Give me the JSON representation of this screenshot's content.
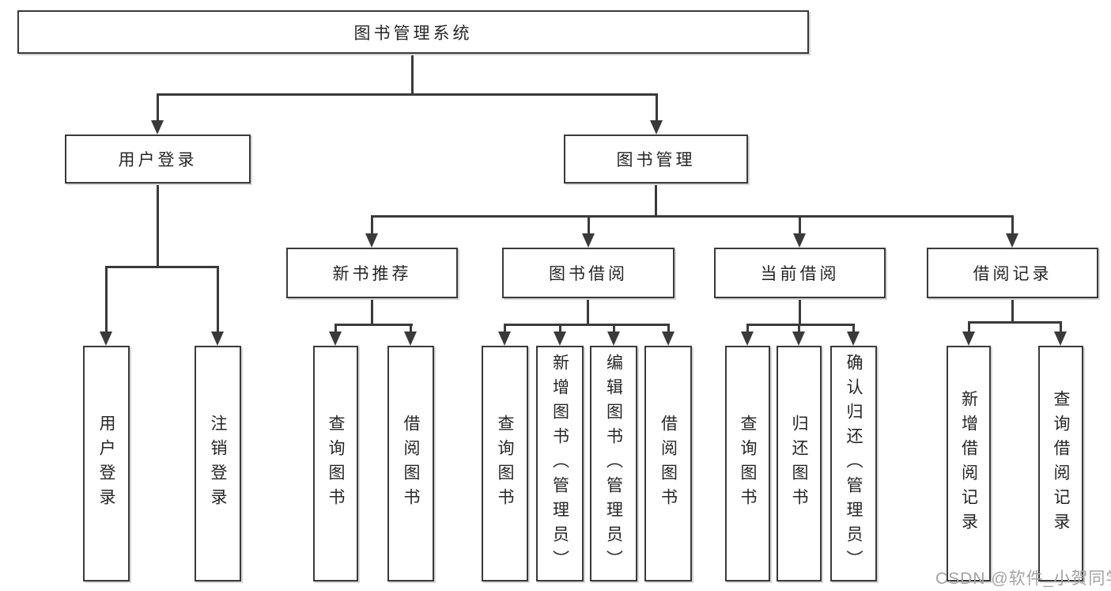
{
  "tree": {
    "label": "图书管理系统",
    "children": [
      {
        "label": "用户登录",
        "children": [
          {
            "label": "用户登录"
          },
          {
            "label": "注销登录"
          }
        ]
      },
      {
        "label": "图书管理",
        "children": [
          {
            "label": "新书推荐",
            "children": [
              {
                "label": "查询图书"
              },
              {
                "label": "借阅图书"
              }
            ]
          },
          {
            "label": "图书借阅",
            "children": [
              {
                "label": "查询图书"
              },
              {
                "label": "新增图书（管理员）"
              },
              {
                "label": "编辑图书（管理员）"
              },
              {
                "label": "借阅图书"
              }
            ]
          },
          {
            "label": "当前借阅",
            "children": [
              {
                "label": "查询图书"
              },
              {
                "label": "归还图书"
              },
              {
                "label": "确认归还（管理员）"
              }
            ]
          },
          {
            "label": "借阅记录",
            "children": [
              {
                "label": "新增借阅记录"
              },
              {
                "label": "查询借阅记录"
              }
            ]
          }
        ]
      }
    ]
  },
  "watermark": "CSDN @软件_小贺同学",
  "colors": {
    "line": "#3a3a3a",
    "text": "#262626",
    "background": "#ffffff",
    "watermark": "#a3a3a3"
  }
}
